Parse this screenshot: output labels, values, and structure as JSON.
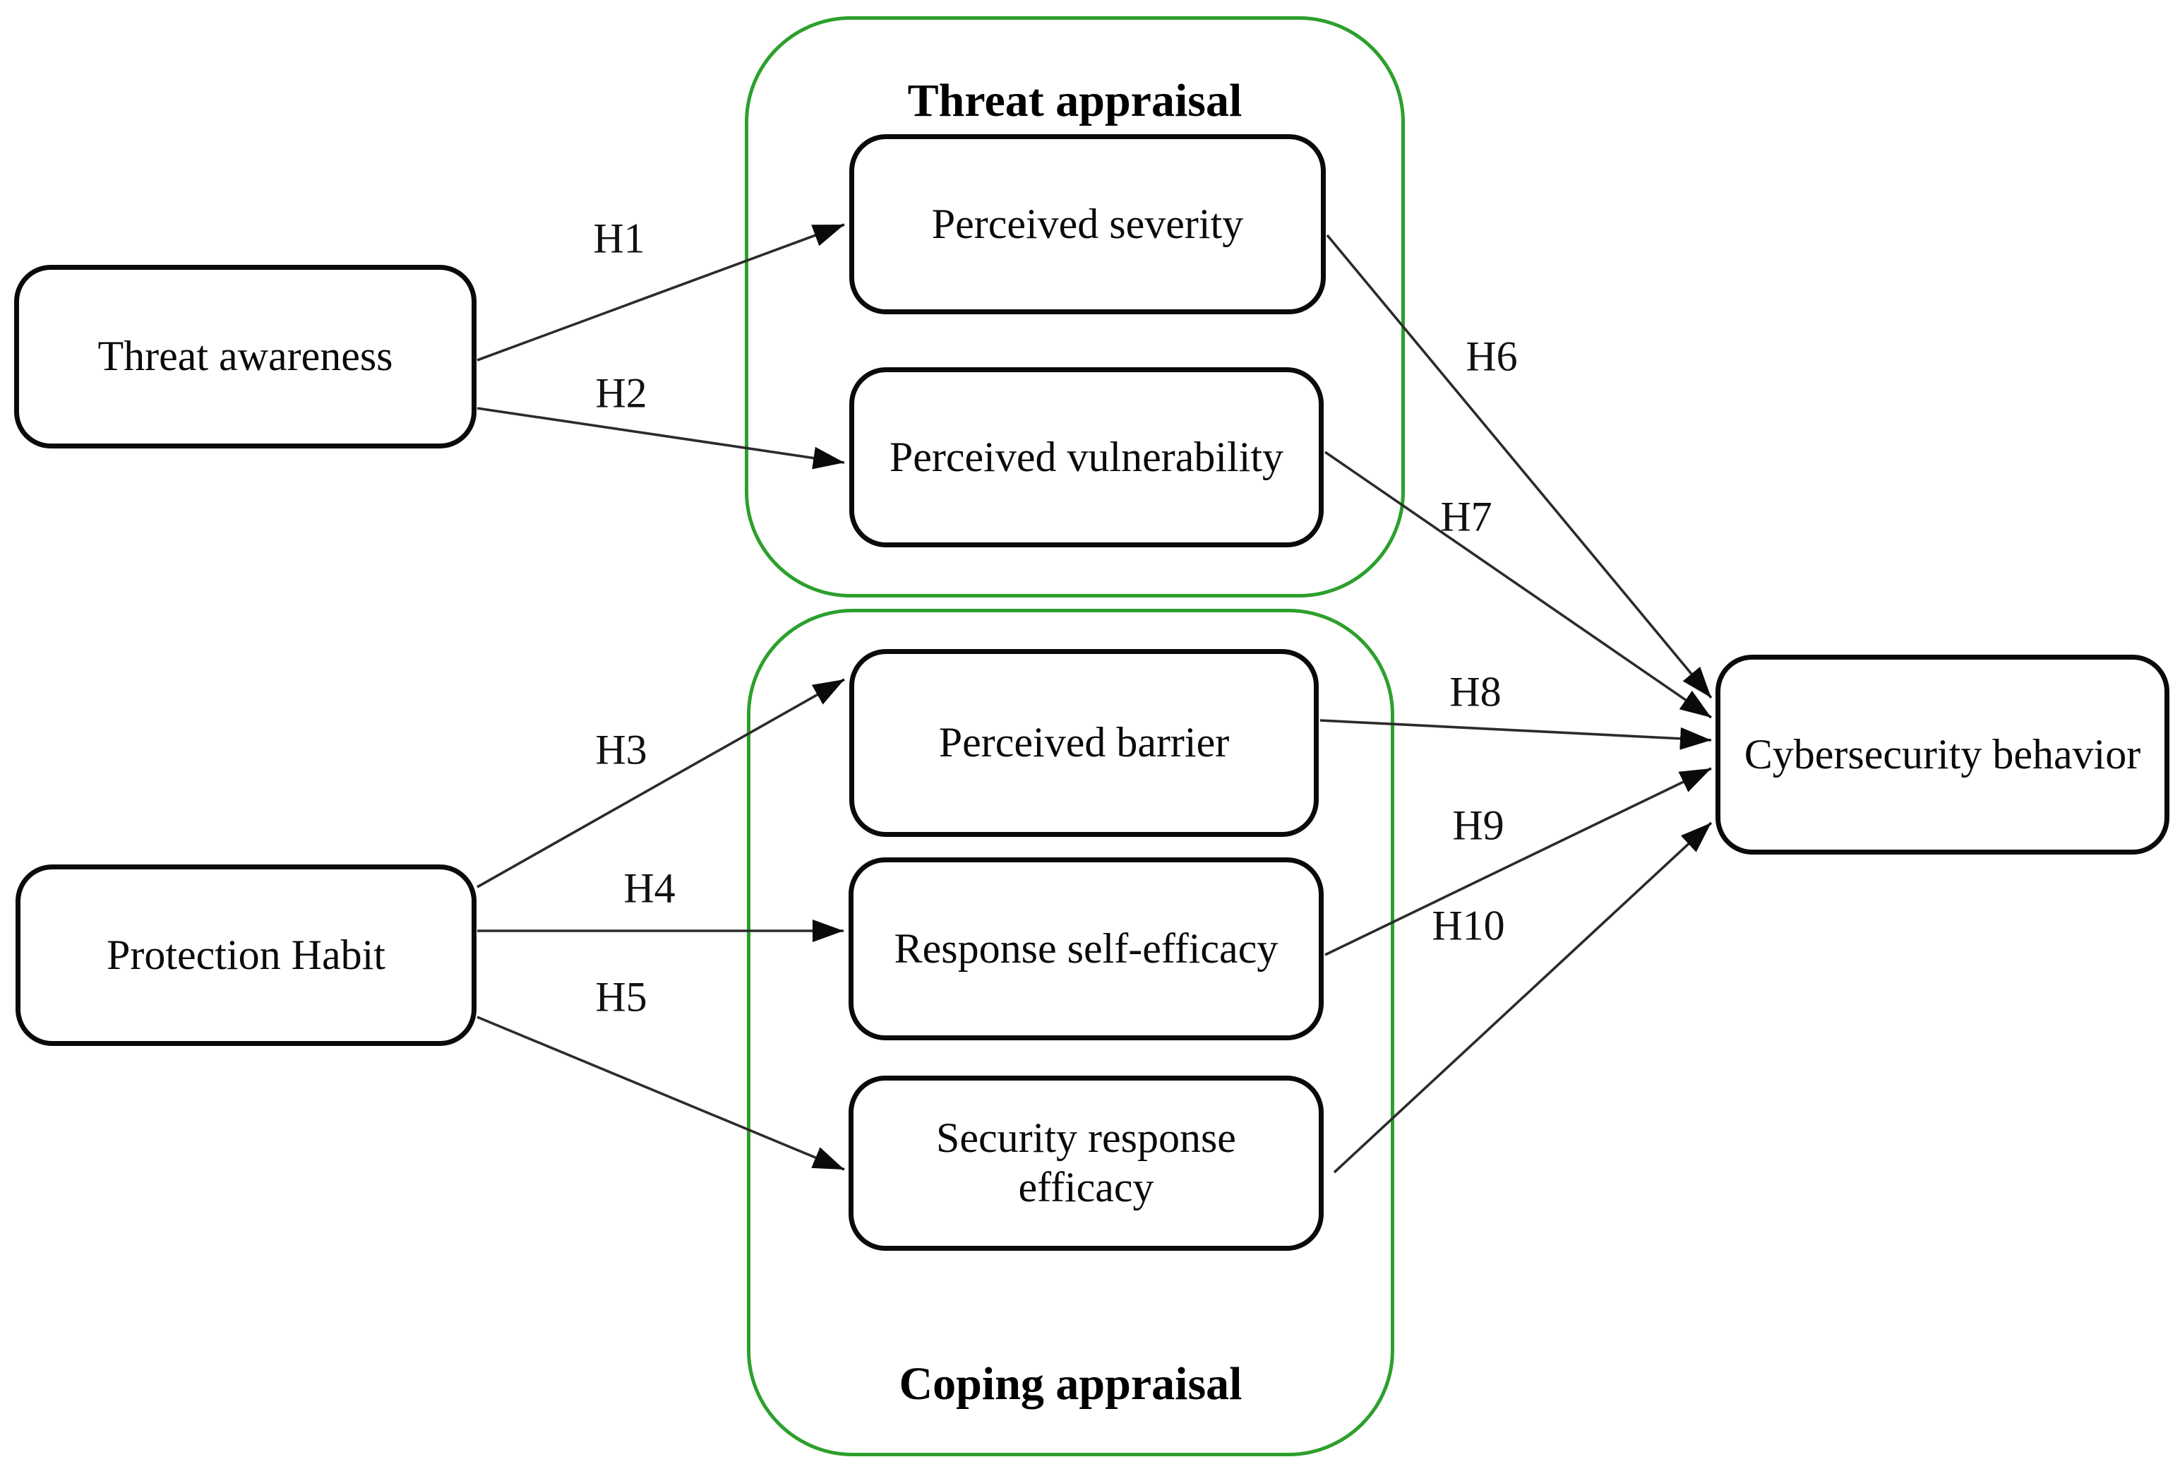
{
  "diagram": {
    "title": "",
    "groups": [
      {
        "id": "threat_appraisal",
        "label": "Threat appraisal"
      },
      {
        "id": "coping_appraisal",
        "label": "Coping appraisal"
      }
    ],
    "nodes": {
      "threat_awareness": {
        "label": "Threat awareness"
      },
      "protection_habit": {
        "label": "Protection Habit"
      },
      "perceived_severity": {
        "label": "Perceived severity"
      },
      "perceived_vulnerability": {
        "label": "Perceived vulnerability"
      },
      "perceived_barrier": {
        "label": "Perceived barrier"
      },
      "response_self_efficacy": {
        "label": "Response self-efficacy"
      },
      "security_response_efficacy": {
        "label": "Security response efficacy"
      },
      "cybersecurity_behavior": {
        "label": "Cybersecurity behavior"
      }
    },
    "hypotheses": [
      {
        "id": "H1",
        "from": "threat_awareness",
        "to": "perceived_severity"
      },
      {
        "id": "H2",
        "from": "threat_awareness",
        "to": "perceived_vulnerability"
      },
      {
        "id": "H3",
        "from": "protection_habit",
        "to": "perceived_barrier"
      },
      {
        "id": "H4",
        "from": "protection_habit",
        "to": "response_self_efficacy"
      },
      {
        "id": "H5",
        "from": "protection_habit",
        "to": "security_response_efficacy"
      },
      {
        "id": "H6",
        "from": "perceived_severity",
        "to": "cybersecurity_behavior"
      },
      {
        "id": "H7",
        "from": "perceived_vulnerability",
        "to": "cybersecurity_behavior"
      },
      {
        "id": "H8",
        "from": "perceived_barrier",
        "to": "cybersecurity_behavior"
      },
      {
        "id": "H9",
        "from": "response_self_efficacy",
        "to": "cybersecurity_behavior"
      },
      {
        "id": "H10",
        "from": "security_response_efficacy",
        "to": "cybersecurity_behavior"
      }
    ],
    "colors": {
      "group_border": "#2CA02C",
      "node_border": "#0a0a0a",
      "arrow": "#2b2b2b",
      "background": "#ffffff"
    }
  }
}
